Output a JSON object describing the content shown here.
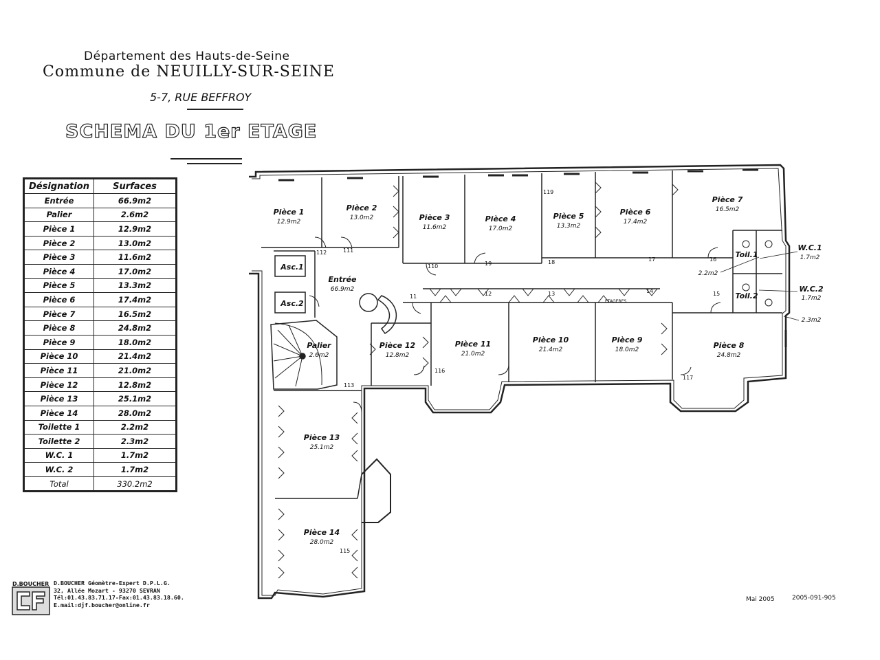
{
  "header": {
    "department": "Département des Hauts-de-Seine",
    "commune": "Commune de NEUILLY-SUR-SEINE",
    "address": "5-7, RUE BEFFROY",
    "schema_title": "SCHEMA DU 1er ETAGE"
  },
  "table": {
    "col_designation": "Désignation",
    "col_surfaces": "Surfaces",
    "rows": [
      {
        "name": "Entrée",
        "area": "66.9m2"
      },
      {
        "name": "Palier",
        "area": "2.6m2"
      },
      {
        "name": "Pièce 1",
        "area": "12.9m2"
      },
      {
        "name": "Pièce 2",
        "area": "13.0m2"
      },
      {
        "name": "Pièce 3",
        "area": "11.6m2"
      },
      {
        "name": "Pièce 4",
        "area": "17.0m2"
      },
      {
        "name": "Pièce 5",
        "area": "13.3m2"
      },
      {
        "name": "Pièce 6",
        "area": "17.4m2"
      },
      {
        "name": "Pièce 7",
        "area": "16.5m2"
      },
      {
        "name": "Pièce 8",
        "area": "24.8m2"
      },
      {
        "name": "Pièce 9",
        "area": "18.0m2"
      },
      {
        "name": "Pièce 10",
        "area": "21.4m2"
      },
      {
        "name": "Pièce 11",
        "area": "21.0m2"
      },
      {
        "name": "Pièce 12",
        "area": "12.8m2"
      },
      {
        "name": "Pièce 13",
        "area": "25.1m2"
      },
      {
        "name": "Pièce 14",
        "area": "28.0m2"
      },
      {
        "name": "Toilette 1",
        "area": "2.2m2"
      },
      {
        "name": "Toilette 2",
        "area": "2.3m2"
      },
      {
        "name": "W.C. 1",
        "area": "1.7m2"
      },
      {
        "name": "W.C. 2",
        "area": "1.7m2"
      }
    ],
    "total_label": "Total",
    "total_value": "330.2m2"
  },
  "plan": {
    "rooms": [
      {
        "label": "Pièce 1",
        "area": "12.9m2"
      },
      {
        "label": "Pièce 2",
        "area": "13.0m2"
      },
      {
        "label": "Pièce 3",
        "area": "11.6m2"
      },
      {
        "label": "Pièce 4",
        "area": "17.0m2"
      },
      {
        "label": "Pièce 5",
        "area": "13.3m2"
      },
      {
        "label": "Pièce 6",
        "area": "17.4m2"
      },
      {
        "label": "Pièce 7",
        "area": "16.5m2"
      },
      {
        "label": "Entrée",
        "area": "66.9m2"
      },
      {
        "label": "Palier",
        "area": "2.6m2"
      },
      {
        "label": "Pièce 12",
        "area": "12.8m2"
      },
      {
        "label": "Pièce 11",
        "area": "21.0m2"
      },
      {
        "label": "Pièce 10",
        "area": "21.4m2"
      },
      {
        "label": "Pièce 9",
        "area": "18.0m2"
      },
      {
        "label": "Pièce 8",
        "area": "24.8m2"
      },
      {
        "label": "Pièce 13",
        "area": "25.1m2"
      },
      {
        "label": "Pièce 14",
        "area": "28.0m2"
      }
    ],
    "asc1": "Asc.1",
    "asc2": "Asc.2",
    "toil1": "Toil.1",
    "toil2": "Toil.2",
    "wc1_label": "W.C.1",
    "wc1_area": "1.7m2",
    "wc2_label": "W.C.2",
    "wc2_area": "1.7m2",
    "toil1_area": "2.2m2",
    "toil2_area": "2.3m2",
    "etagere": "ETAGERES",
    "numbers": [
      "112",
      "111",
      "110",
      "19",
      "18",
      "17",
      "16",
      "11",
      "12",
      "13",
      "14",
      "15",
      "116",
      "117",
      "113",
      "115",
      "119"
    ]
  },
  "footer": {
    "logo_name": "D.BOUCHER",
    "company_lines": [
      "D.BOUCHER Géomètre-Expert D.P.L.G.",
      "32, Allée Mozart - 93270  SEVRAN",
      "Tél:01.43.83.71.17-Fax:01.43.83.18.60.",
      "E.mail:djf.boucher@online.fr"
    ],
    "date": "Mai 2005",
    "reference": "2005-091-905"
  }
}
